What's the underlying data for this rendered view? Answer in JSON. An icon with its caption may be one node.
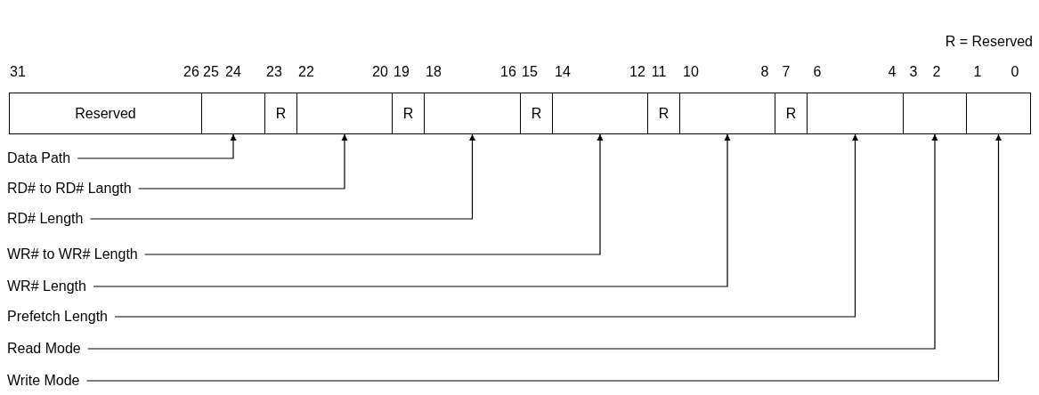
{
  "diagram": {
    "nodes": [
      {
        "text": [
          "Reserved"
        ]
      },
      {
        "text": [],
        "shape": "box"
      },
      {
        "text": [
          "R"
        ]
      },
      {
        "text": [],
        "shape": "box"
      },
      {
        "text": [
          "R"
        ]
      },
      {
        "text": [],
        "shape": "box"
      },
      {
        "text": [
          "R"
        ]
      },
      {
        "text": [],
        "shape": "box"
      },
      {
        "text": [
          "R"
        ]
      },
      {
        "text": [],
        "shape": "box"
      },
      {
        "text": [
          "R"
        ]
      },
      {
        "text": [],
        "shape": "box"
      },
      {
        "text": [],
        "shape": "box"
      },
      {
        "text": [],
        "shape": "box"
      },
      {
        "text": [
          "Data Path"
        ]
      },
      {
        "text": [
          "RD# to RD# Langth"
        ]
      },
      {
        "text": [
          "RD# Length"
        ]
      },
      {
        "text": [
          "WR# to WR# Length"
        ]
      },
      {
        "text": [
          "WR# Length"
        ]
      },
      {
        "text": [
          "Prefetch Length"
        ]
      },
      {
        "text": [
          "Read Mode"
        ]
      },
      {
        "text": [
          "Write Mode"
        ]
      }
    ],
    "edges": [
      {
        "from": 14,
        "to": 1,
        "arrow": "to"
      },
      {
        "from": 15,
        "to": 3,
        "arrow": "to"
      },
      {
        "from": 16,
        "to": 5,
        "arrow": "to"
      },
      {
        "from": 17,
        "to": 7,
        "arrow": "to"
      },
      {
        "from": 18,
        "to": 9,
        "arrow": "to"
      },
      {
        "from": 19,
        "to": 11,
        "arrow": "to"
      },
      {
        "from": 20,
        "to": 12,
        "arrow": "to"
      },
      {
        "from": 21,
        "to": 13,
        "arrow": "to"
      }
    ],
    "labels": [
      "R = Reserved",
      "31",
      "26",
      "25",
      "24",
      "23",
      "22",
      "20",
      "19",
      "18",
      "16",
      "15",
      "14",
      "12",
      "11",
      "10",
      "8",
      "7",
      "6",
      "4",
      "3",
      "2",
      "1",
      "0"
    ]
  }
}
